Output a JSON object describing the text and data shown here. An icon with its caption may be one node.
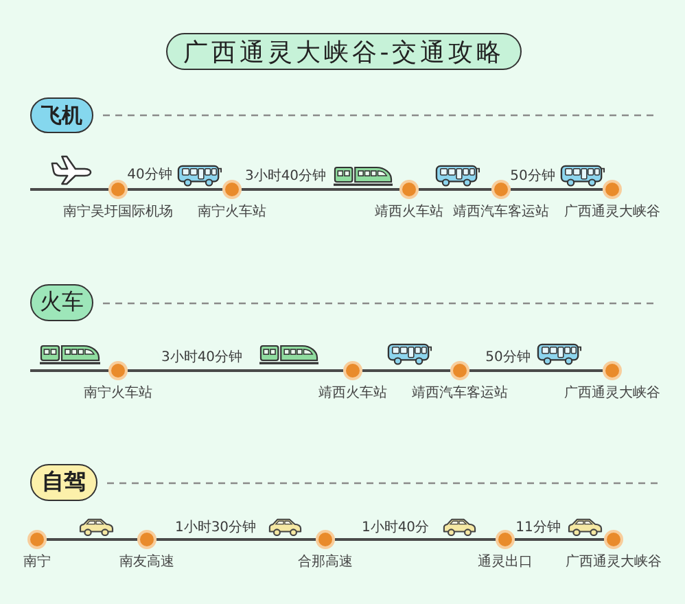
{
  "diagram": {
    "title": "广西通灵大峡谷-交通攻略",
    "nodes": [
      {
        "text": [
          "飞机"
        ]
      },
      {
        "text": [
          "南宁吴圩国际机场"
        ]
      },
      {
        "text": [
          "南宁火车站"
        ]
      },
      {
        "text": [
          "靖西火车站"
        ]
      },
      {
        "text": [
          "靖西汽车客运站"
        ]
      },
      {
        "text": [
          "广西通灵大峡谷"
        ]
      },
      {
        "text": [
          "火车"
        ]
      },
      {
        "text": [
          "南宁火车站"
        ]
      },
      {
        "text": [
          "靖西火车站"
        ]
      },
      {
        "text": [
          "靖西汽车客运站"
        ]
      },
      {
        "text": [
          "广西通灵大峡谷"
        ]
      },
      {
        "text": [
          "自驾"
        ]
      },
      {
        "text": [
          "南宁"
        ]
      },
      {
        "text": [
          "南友高速"
        ]
      },
      {
        "text": [
          "合那高速"
        ]
      },
      {
        "text": [
          "通灵出口"
        ]
      },
      {
        "text": [
          "广西通灵大峡谷"
        ]
      }
    ],
    "edges": [
      {
        "from": null,
        "to": 1,
        "arrow": "none"
      },
      {
        "from": 1,
        "to": 2,
        "arrow": "none",
        "label": "40分钟"
      },
      {
        "from": 2,
        "to": 3,
        "arrow": "none",
        "label": "3小时40分钟"
      },
      {
        "from": 3,
        "to": 4,
        "arrow": "none"
      },
      {
        "from": 4,
        "to": 5,
        "arrow": "none",
        "label": "50分钟"
      },
      {
        "from": null,
        "to": 7,
        "arrow": "none"
      },
      {
        "from": 7,
        "to": 8,
        "arrow": "none",
        "label": "3小时40分钟"
      },
      {
        "from": 8,
        "to": 9,
        "arrow": "none"
      },
      {
        "from": 9,
        "to": 10,
        "arrow": "none",
        "label": "50分钟"
      },
      {
        "from": 12,
        "to": 13,
        "arrow": "none"
      },
      {
        "from": 13,
        "to": 14,
        "arrow": "none",
        "label": "1小时30分钟"
      },
      {
        "from": 14,
        "to": 15,
        "arrow": "none",
        "label": "1小时40分"
      },
      {
        "from": 15,
        "to": 16,
        "arrow": "none",
        "label": "11分钟"
      }
    ]
  }
}
